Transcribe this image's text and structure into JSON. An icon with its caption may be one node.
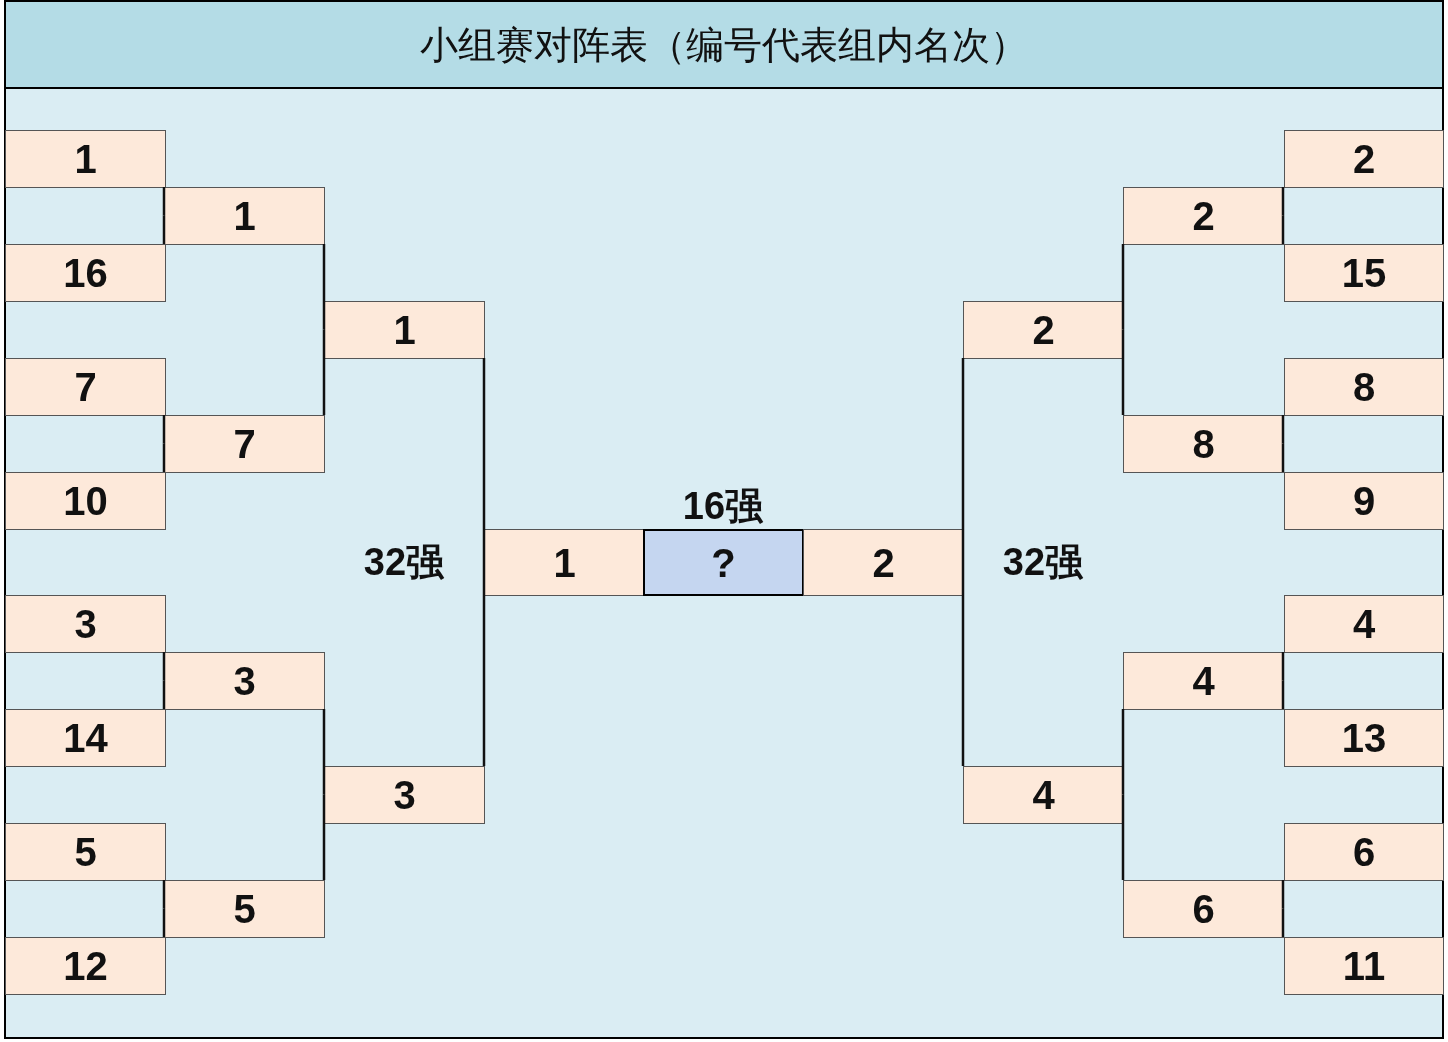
{
  "diagram": {
    "title": "小组赛对阵表（编号代表组内名次）",
    "nodes": [
      {
        "text": [
          "1"
        ]
      },
      {
        "text": [
          "16"
        ]
      },
      {
        "text": [
          "7"
        ]
      },
      {
        "text": [
          "10"
        ]
      },
      {
        "text": [
          "3"
        ]
      },
      {
        "text": [
          "14"
        ]
      },
      {
        "text": [
          "5"
        ]
      },
      {
        "text": [
          "12"
        ]
      },
      {
        "text": [
          "1"
        ]
      },
      {
        "text": [
          "7"
        ]
      },
      {
        "text": [
          "3"
        ]
      },
      {
        "text": [
          "5"
        ]
      },
      {
        "text": [
          "1"
        ]
      },
      {
        "text": [
          "3"
        ]
      },
      {
        "text": [
          "1"
        ]
      },
      {
        "text": [
          "?"
        ],
        "beside": [
          "16强"
        ]
      },
      {
        "text": [
          "2"
        ]
      },
      {
        "text": [
          "2"
        ]
      },
      {
        "text": [
          "4"
        ]
      },
      {
        "text": [
          "2"
        ]
      },
      {
        "text": [
          "8"
        ]
      },
      {
        "text": [
          "4"
        ]
      },
      {
        "text": [
          "6"
        ]
      },
      {
        "text": [
          "2"
        ]
      },
      {
        "text": [
          "15"
        ]
      },
      {
        "text": [
          "8"
        ]
      },
      {
        "text": [
          "9"
        ]
      },
      {
        "text": [
          "4"
        ]
      },
      {
        "text": [
          "13"
        ]
      },
      {
        "text": [
          "6"
        ]
      },
      {
        "text": [
          "11"
        ]
      }
    ],
    "edges": [
      {
        "from": 0,
        "to": 8,
        "arrow": "none"
      },
      {
        "from": 1,
        "to": 8,
        "arrow": "none"
      },
      {
        "from": 2,
        "to": 9,
        "arrow": "none"
      },
      {
        "from": 3,
        "to": 9,
        "arrow": "none"
      },
      {
        "from": 4,
        "to": 10,
        "arrow": "none"
      },
      {
        "from": 5,
        "to": 10,
        "arrow": "none"
      },
      {
        "from": 6,
        "to": 11,
        "arrow": "none"
      },
      {
        "from": 7,
        "to": 11,
        "arrow": "none"
      },
      {
        "from": 8,
        "to": 12,
        "arrow": "none"
      },
      {
        "from": 9,
        "to": 12,
        "arrow": "none"
      },
      {
        "from": 10,
        "to": 13,
        "arrow": "none"
      },
      {
        "from": 11,
        "to": 13,
        "arrow": "none"
      },
      {
        "from": 12,
        "to": 14,
        "arrow": "none"
      },
      {
        "from": 13,
        "to": 14,
        "arrow": "none"
      },
      {
        "from": 23,
        "to": 19,
        "arrow": "none"
      },
      {
        "from": 24,
        "to": 19,
        "arrow": "none"
      },
      {
        "from": 25,
        "to": 20,
        "arrow": "none"
      },
      {
        "from": 26,
        "to": 20,
        "arrow": "none"
      },
      {
        "from": 27,
        "to": 21,
        "arrow": "none"
      },
      {
        "from": 28,
        "to": 21,
        "arrow": "none"
      },
      {
        "from": 29,
        "to": 22,
        "arrow": "none"
      },
      {
        "from": 30,
        "to": 22,
        "arrow": "none"
      },
      {
        "from": 19,
        "to": 17,
        "arrow": "none"
      },
      {
        "from": 20,
        "to": 17,
        "arrow": "none"
      },
      {
        "from": 21,
        "to": 18,
        "arrow": "none"
      },
      {
        "from": 22,
        "to": 18,
        "arrow": "none"
      },
      {
        "from": 17,
        "to": 16,
        "arrow": "none"
      },
      {
        "from": 18,
        "to": 16,
        "arrow": "none"
      }
    ],
    "labels": [
      "32强",
      "32强"
    ]
  }
}
